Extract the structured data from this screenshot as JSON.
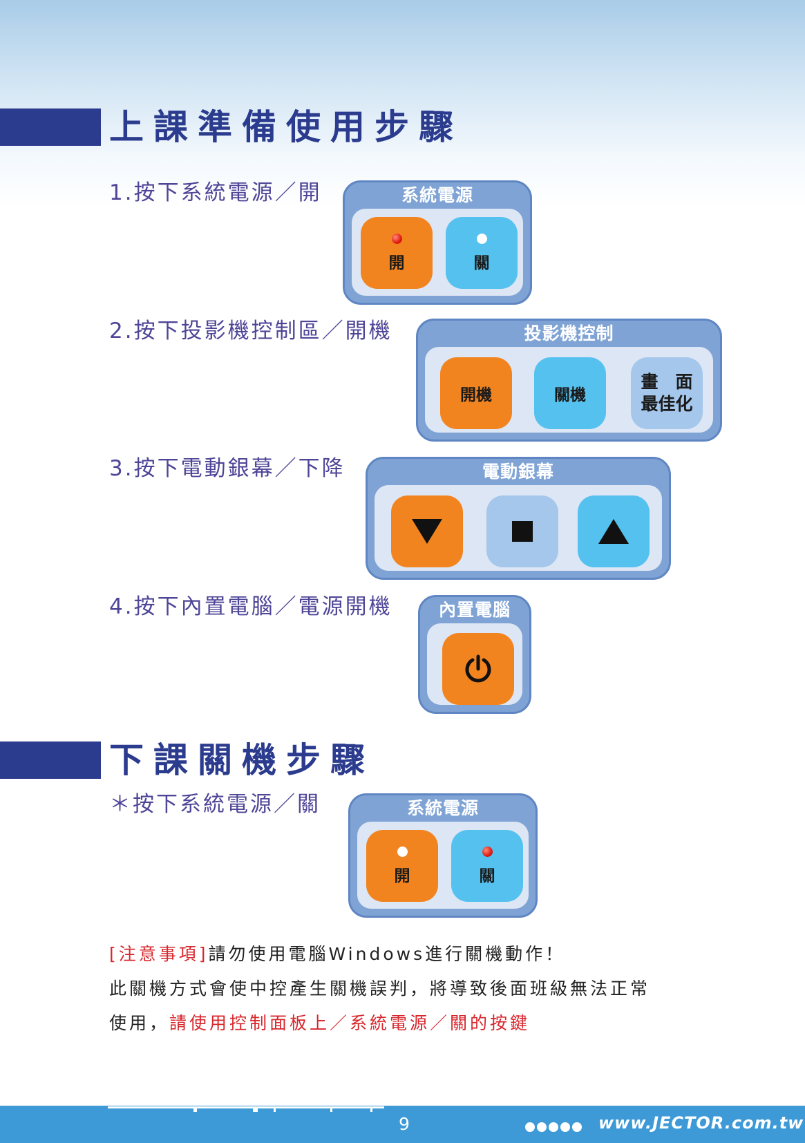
{
  "section1": {
    "title": "上課準備使用步驟"
  },
  "steps": [
    "1.按下系統電源／開",
    "2.按下投影機控制區／開機",
    "3.按下電動銀幕／下降",
    "4.按下內置電腦／電源開機"
  ],
  "panels": {
    "power1": {
      "title": "系統電源",
      "on_label": "開",
      "off_label": "關"
    },
    "projector": {
      "title": "投影機控制",
      "on_label": "開機",
      "off_label": "關機",
      "opt_line1": "畫　面",
      "opt_line2": "最佳化"
    },
    "screen": {
      "title": "電動銀幕"
    },
    "pc": {
      "title": "內置電腦"
    },
    "power2": {
      "title": "系統電源",
      "on_label": "開",
      "off_label": "關"
    }
  },
  "section2": {
    "title": "下課關機步驟",
    "step": "＊按下系統電源／關"
  },
  "note": {
    "tag": "[注意事項]",
    "line1_rest": "請勿使用電腦Windows進行關機動作！",
    "line2": "此關機方式會使中控產生關機誤判，將導致後面班級無法正常",
    "line3_start": "使用，",
    "line3_red": "請使用控制面板上／系統電源／關的按鍵"
  },
  "footer": {
    "page": "9",
    "url": "www.JECTOR.com.tw"
  },
  "colors": {
    "heading": "#2b3b8e",
    "step_text": "#4e4597",
    "orange_button": "#f28420",
    "blue_button": "#55c1ef",
    "warning": "#d8262c",
    "footer": "#3d9ad6"
  }
}
